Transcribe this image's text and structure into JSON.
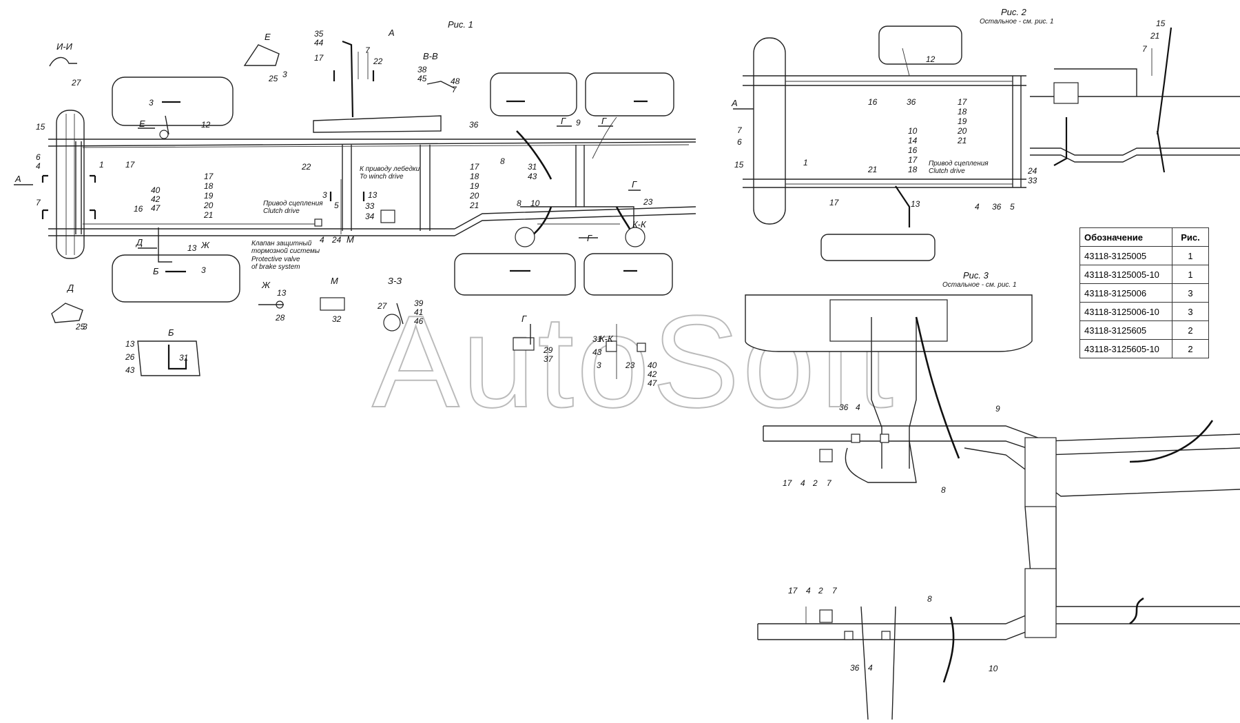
{
  "figures": {
    "fig1": "Рис. 1",
    "fig2": "Рис. 2",
    "fig2_note": "Остальное - см. рис. 1",
    "fig3": "Рис. 3",
    "fig3_note": "Остальное - см. рис. 1"
  },
  "views": {
    "ii": "И-И",
    "ye": "Е",
    "a": "А",
    "vv": "В-В",
    "d": "Д",
    "b": "Б",
    "zh": "Ж",
    "m": "М",
    "zz": "З-З",
    "g": "Г",
    "kk": "К-К"
  },
  "notes": {
    "winch_ru": "К приводу лебедки",
    "winch_en": "To winch drive",
    "clutch_ru": "Привод сцепления",
    "clutch_en": "Clutch drive",
    "valve_ru_1": "Клапан защитный",
    "valve_ru_2": "тормозной системы",
    "valve_en_1": "Protective valve",
    "valve_en_2": "of brake system",
    "clutch2_ru": "Привод сцепления",
    "clutch2_en": "Clutch drive"
  },
  "watermark": "AutoSoft",
  "table": {
    "header": [
      "Обозначение",
      "Рис."
    ],
    "rows": [
      [
        "43118-3125005",
        "1"
      ],
      [
        "43118-3125005-10",
        "1"
      ],
      [
        "43118-3125006",
        "3"
      ],
      [
        "43118-3125006-10",
        "3"
      ],
      [
        "43118-3125605",
        "2"
      ],
      [
        "43118-3125605-10",
        "2"
      ]
    ]
  },
  "callouts": {
    "c27": "27",
    "c25": "25",
    "c3": "3",
    "c35": "35",
    "c44": "44",
    "c7": "7",
    "c17": "17",
    "c22": "22",
    "c38": "38",
    "c45": "45",
    "c48": "48",
    "c15": "15",
    "c12": "12",
    "c6": "6",
    "c4": "4",
    "c1": "1",
    "c18": "18",
    "c19": "19",
    "c20": "20",
    "c21": "21",
    "c16": "16",
    "c40": "40",
    "c42": "42",
    "c47": "47",
    "c13": "13",
    "c33": "33",
    "c34": "34",
    "c24": "24",
    "c36": "36",
    "c8": "8",
    "c9": "9",
    "c31": "31",
    "c43": "43",
    "c10": "10",
    "c23": "23",
    "c28": "28",
    "c32": "32",
    "c39": "39",
    "c41": "41",
    "c46": "46",
    "c26": "26",
    "c29": "29",
    "c37": "37",
    "c14": "14",
    "c5": "5",
    "c2": "2"
  }
}
